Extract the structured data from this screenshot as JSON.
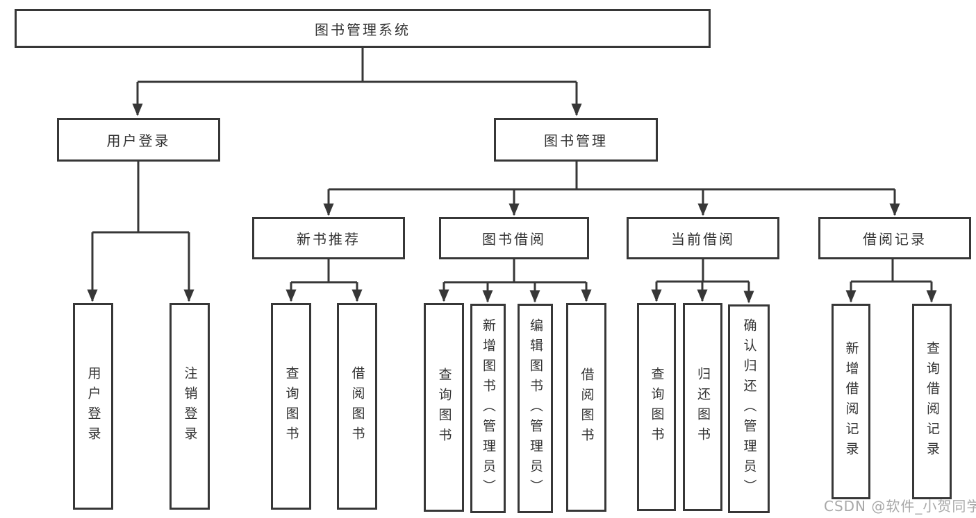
{
  "diagram": {
    "type": "hierarchy-tree",
    "hierarchy": {
      "图书管理系统": {
        "用户登录": [
          "用户登录",
          "注销登录"
        ],
        "图书管理": {
          "新书推荐": [
            "查询图书",
            "借阅图书"
          ],
          "图书借阅": [
            "查询图书",
            "新增图书（管理员）",
            "编辑图书（管理员）",
            "借阅图书"
          ],
          "当前借阅": [
            "查询图书",
            "归还图书",
            "确认归还（管理员）"
          ],
          "借阅记录": [
            "新增借阅记录",
            "查询借阅记录"
          ]
        }
      }
    }
  },
  "nodes": {
    "root": {
      "label": "图书管理系统"
    },
    "user_login": {
      "label": "用户登录"
    },
    "book_mgmt": {
      "label": "图书管理"
    },
    "new_books": {
      "label": "新书推荐"
    },
    "book_borrow": {
      "label": "图书借阅"
    },
    "current_borrow": {
      "label": "当前借阅"
    },
    "borrow_records": {
      "label": "借阅记录"
    },
    "leaf_user_login": {
      "label": "用户登录"
    },
    "leaf_user_logout": {
      "label": "注销登录"
    },
    "leaf_new_query": {
      "label": "查询图书"
    },
    "leaf_new_borrow": {
      "label": "借阅图书"
    },
    "leaf_bor_query": {
      "label": "查询图书"
    },
    "leaf_bor_add": {
      "label": "新增图书（管理员）"
    },
    "leaf_bor_edit": {
      "label": "编辑图书（管理员）"
    },
    "leaf_bor_borrow": {
      "label": "借阅图书"
    },
    "leaf_cur_query": {
      "label": "查询图书"
    },
    "leaf_cur_return": {
      "label": "归还图书"
    },
    "leaf_cur_confirm": {
      "label": "确认归还（管理员）"
    },
    "leaf_rec_add": {
      "label": "新增借阅记录"
    },
    "leaf_rec_query": {
      "label": "查询借阅记录"
    }
  },
  "watermark": {
    "text": "CSDN @软件_小贺同学"
  },
  "colors": {
    "line": "#373737",
    "box_border": "#373737",
    "text": "#333333",
    "watermark": "#a8a8a8",
    "background": "#ffffff"
  }
}
